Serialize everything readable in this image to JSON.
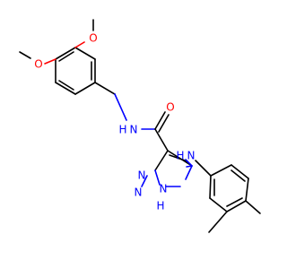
{
  "atom_labels": {
    "o_methoxy_top": "O",
    "o_methoxy_left": "O",
    "o_carbonyl": "O",
    "n_amide": "N",
    "h_amide": "H",
    "n_amino": "N",
    "h_amino": "H",
    "n_ring_1": "N",
    "n_ring_2": "N",
    "n_ring_3": "N",
    "h_ring": "H"
  },
  "colors": {
    "carbon": "#000000",
    "oxygen": "#ff0000",
    "nitrogen": "#0000ff",
    "background": "#ffffff"
  }
}
